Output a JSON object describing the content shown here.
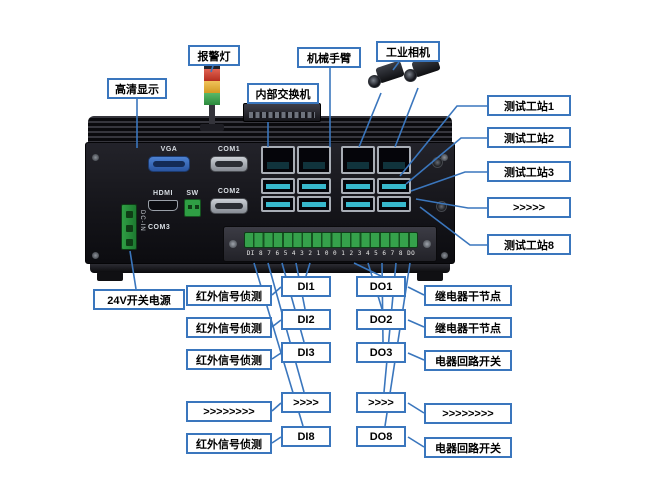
{
  "callouts": {
    "hd_display": "高清显示",
    "alarm_light": "报警灯",
    "internal_switch": "内部交换机",
    "robot_arm": "机械手臂",
    "industrial_camera": "工业相机",
    "test_stations": [
      "测试工站1",
      "测试工站2",
      "测试工站3",
      ">>>>>",
      "测试工站8"
    ],
    "power_supply": "24V开关电源",
    "ir_rows": [
      "红外信号侦测",
      "红外信号侦测",
      "红外信号侦测",
      ">>>>>>>>",
      "红外信号侦测"
    ],
    "di_rows": [
      "DI1",
      "DI2",
      "DI3",
      ">>>>",
      "DI8"
    ],
    "do_rows": [
      "DO1",
      "DO2",
      "DO3",
      ">>>>",
      "DO8"
    ],
    "output_rows": [
      "继电器干节点",
      "继电器干节点",
      "电器回路开关",
      ">>>>>>>>",
      "电器回路开关"
    ]
  },
  "chassis": {
    "vga": "VGA",
    "com1": "COM1",
    "com2": "COM2",
    "com3": "COM3",
    "hdmi": "HDMI",
    "sw": "SW",
    "dc_in": "DC-IN",
    "terminal_numbers": "DI 8 7 6 5 4 3 2 1 0 0 1 2 3 4 5 6 7 8 DO"
  },
  "colors": {
    "callout_border": "#3a76bd",
    "leader_line": "#3a76bd",
    "terminal_green": "#2f9e44",
    "usb_teal": "#37b8cc",
    "vga_blue": "#2a55a0"
  }
}
